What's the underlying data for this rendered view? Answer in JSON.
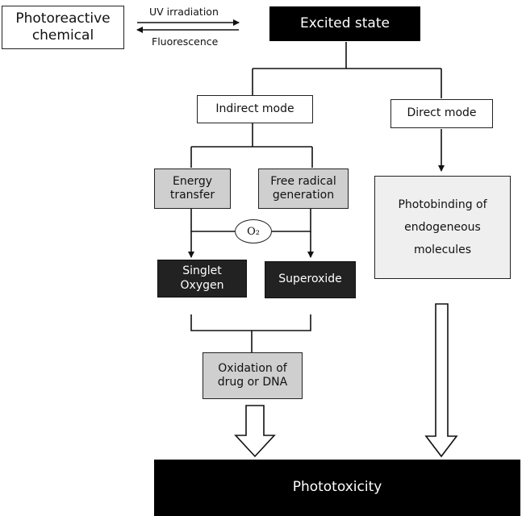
{
  "diagram": {
    "photoreactive": "Photoreactive\nchemical",
    "uv_label": "UV irradiation",
    "fluorescence_label": "Fluorescence",
    "excited_state": "Excited state",
    "indirect_mode": "Indirect mode",
    "direct_mode": "Direct mode",
    "energy_transfer": "Energy\ntransfer",
    "free_radical": "Free radical\ngeneration",
    "o2": "O₂",
    "singlet_oxygen": "Singlet\nOxygen",
    "superoxide": "Superoxide",
    "photobinding": "Photobinding of\nendogeneous\nmolecules",
    "oxidation": "Oxidation of\ndrug or DNA",
    "phototoxicity": "Phototoxicity"
  },
  "colors": {
    "gray_box": "#cfcfcf",
    "light_box": "#efefef",
    "dark_box": "#222222",
    "black_bar": "#000000"
  }
}
